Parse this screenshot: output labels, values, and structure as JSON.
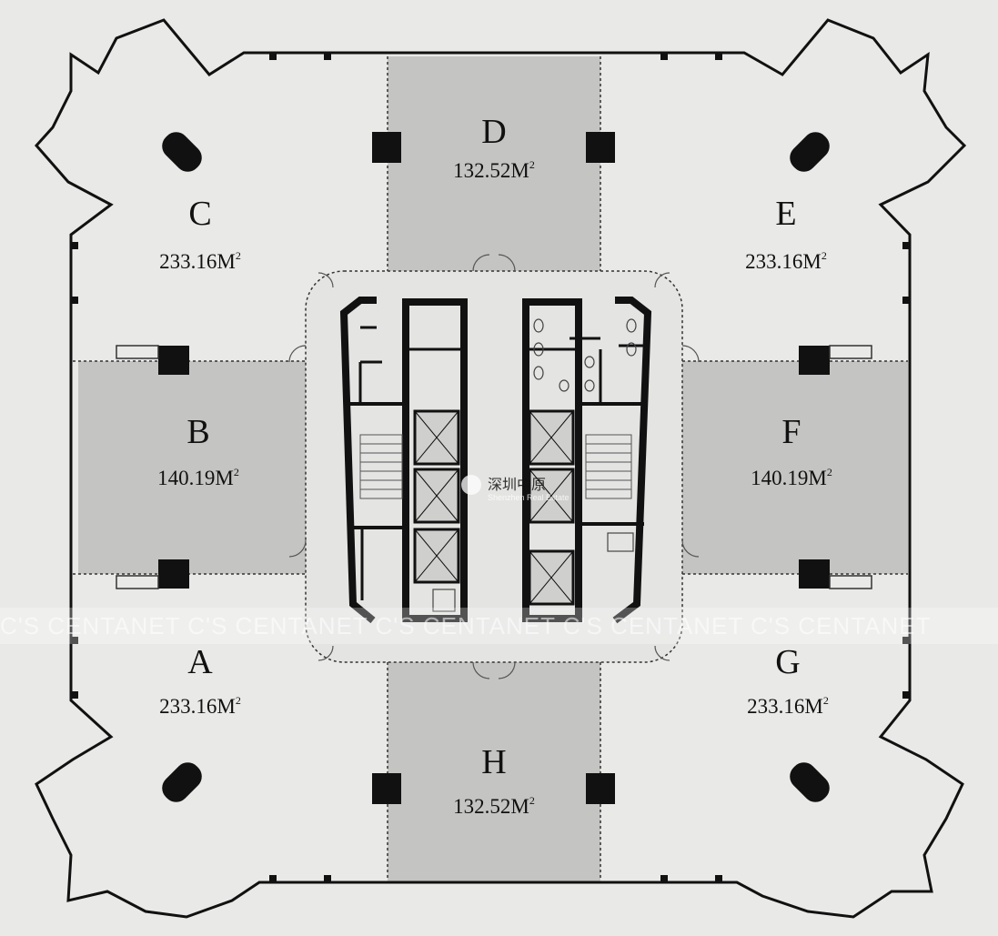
{
  "plan": {
    "colors": {
      "background": "#e9e9e7",
      "wall": "#111111",
      "shaded_unit": "#c4c4c2",
      "core_fill": "#e4e4e2"
    },
    "units": [
      {
        "id": "D",
        "letter": "D",
        "area": "132.52M",
        "sup": "2",
        "shaded": true
      },
      {
        "id": "C",
        "letter": "C",
        "area": "233.16M",
        "sup": "2",
        "shaded": false
      },
      {
        "id": "E",
        "letter": "E",
        "area": "233.16M",
        "sup": "2",
        "shaded": false
      },
      {
        "id": "B",
        "letter": "B",
        "area": "140.19M",
        "sup": "2",
        "shaded": true
      },
      {
        "id": "F",
        "letter": "F",
        "area": "140.19M",
        "sup": "2",
        "shaded": true
      },
      {
        "id": "A",
        "letter": "A",
        "area": "233.16M",
        "sup": "2",
        "shaded": false
      },
      {
        "id": "G",
        "letter": "G",
        "area": "233.16M",
        "sup": "2",
        "shaded": false
      },
      {
        "id": "H",
        "letter": "H",
        "area": "132.52M",
        "sup": "2",
        "shaded": true
      }
    ],
    "watermark": {
      "band_text": "C'S CENTANET C'S CENTANET C'S CENTANET C'S CENTANET C'S CENTANET",
      "logo_text": "深圳中原",
      "logo_subtext": "Shenzhen Real Estate"
    }
  }
}
